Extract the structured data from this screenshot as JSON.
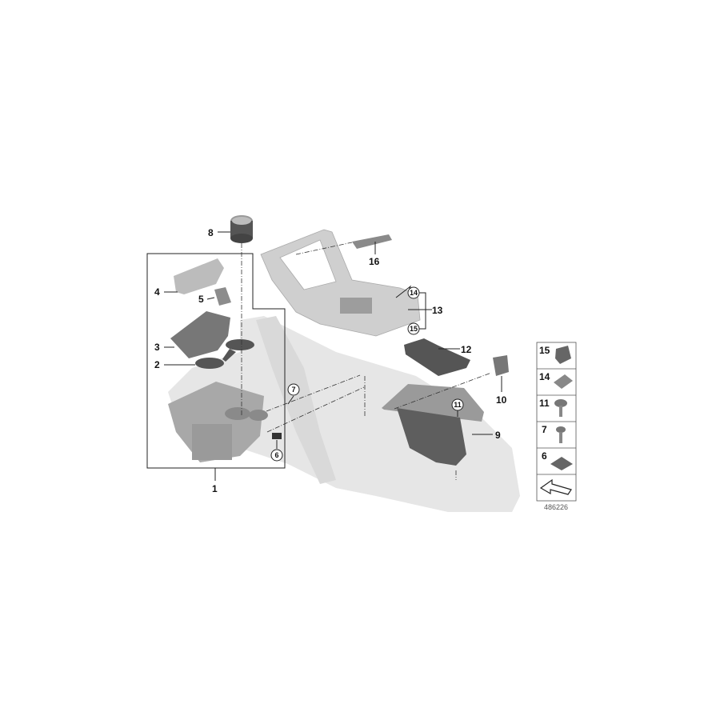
{
  "diagram": {
    "parts": [
      {
        "num": "1",
        "circled": false
      },
      {
        "num": "2",
        "circled": false
      },
      {
        "num": "3",
        "circled": false
      },
      {
        "num": "4",
        "circled": false
      },
      {
        "num": "5",
        "circled": false
      },
      {
        "num": "6",
        "circled": true
      },
      {
        "num": "7",
        "circled": true
      },
      {
        "num": "8",
        "circled": false
      },
      {
        "num": "9",
        "circled": false
      },
      {
        "num": "10",
        "circled": false
      },
      {
        "num": "11",
        "circled": true
      },
      {
        "num": "12",
        "circled": false
      },
      {
        "num": "13",
        "circled": false
      },
      {
        "num": "14",
        "circled": true
      },
      {
        "num": "15",
        "circled": true
      },
      {
        "num": "16",
        "circled": false
      }
    ],
    "legend": [
      "15",
      "14",
      "11",
      "7",
      "6"
    ],
    "reference_number": "486226",
    "colors": {
      "console": "#e4e4e4",
      "trim": "#c8c8c8",
      "dark_part": "#555555",
      "line": "#222222"
    }
  }
}
